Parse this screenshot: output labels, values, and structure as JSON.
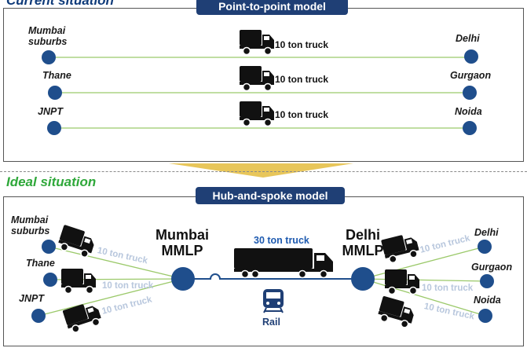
{
  "current_situation": {
    "heading": "Current situation",
    "title": "Point-to-point model",
    "routes": [
      {
        "from": "Mumbai suburbs",
        "to": "Delhi",
        "vehicle": "10 ton truck"
      },
      {
        "from": "Thane",
        "to": "Gurgaon",
        "vehicle": "10 ton truck"
      },
      {
        "from": "JNPT",
        "to": "Noida",
        "vehicle": "10 ton truck"
      }
    ]
  },
  "ideal_situation": {
    "heading": "Ideal situation",
    "title": "Hub-and-spoke model",
    "origins": [
      "Mumbai suburbs",
      "Thane",
      "JNPT"
    ],
    "destinations": [
      "Delhi",
      "Gurgaon",
      "Noida"
    ],
    "origin_hub": "Mumbai MMLP",
    "destination_hub": "Delhi MMLP",
    "feeder_vehicle": "10 ton truck",
    "trunk_vehicle": "30 ton truck",
    "trunk_alt_mode": "Rail"
  },
  "colors": {
    "title_bar": "#1f3f75",
    "node": "#1f4e8c",
    "route_line": "#9bc96a",
    "ideal_heading": "#2fa83a",
    "arrow": "#e8c65a"
  },
  "icons": [
    "truck-icon",
    "train-icon",
    "down-arrow-icon"
  ]
}
